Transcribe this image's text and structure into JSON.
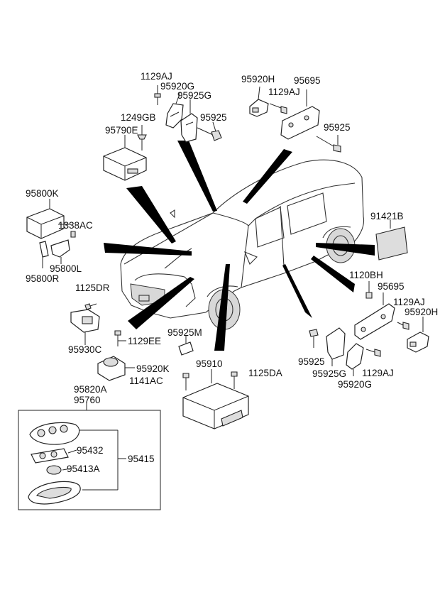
{
  "labels": {
    "l1129AJ_a": "1129AJ",
    "l95920G_a": "95920G",
    "l95925G_a": "95925G",
    "l95925_a": "95925",
    "l1249GB": "1249GB",
    "l95790E": "95790E",
    "l95920H_a": "95920H",
    "l1129AJ_b": "1129AJ",
    "l95695_a": "95695",
    "l95925_b": "95925",
    "l95800K": "95800K",
    "l1338AC": "1338AC",
    "l95800L": "95800L",
    "l95800R": "95800R",
    "l91421B": "91421B",
    "l1120BH": "1120BH",
    "l95695_b": "95695",
    "l1129AJ_c": "1129AJ",
    "l95920H_b": "95920H",
    "l1125DR": "1125DR",
    "l95930C": "95930C",
    "l1129EE": "1129EE",
    "l95925M": "95925M",
    "l95920K": "95920K",
    "l95910": "95910",
    "l1125DA": "1125DA",
    "l1141AC": "1141AC",
    "l95925_c": "95925",
    "l95925G_b": "95925G",
    "l1129AJ_d": "1129AJ",
    "l95920G_b": "95920G",
    "l95820A": "95820A",
    "l95760": "95760",
    "l95432": "95432",
    "l95415": "95415",
    "l95413A": "95413A"
  }
}
